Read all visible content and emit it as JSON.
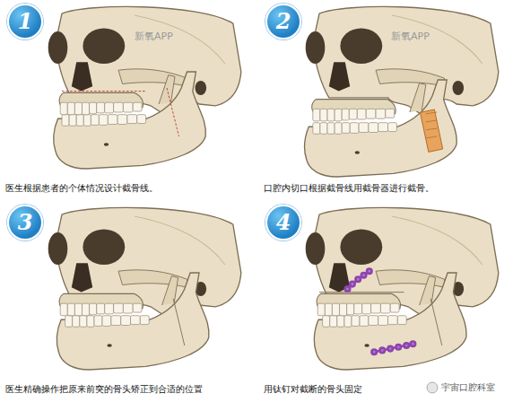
{
  "diagram": {
    "nodes": [
      {
        "text": [
          "1"
        ]
      },
      {
        "text": [
          "2"
        ]
      },
      {
        "text": [
          "3"
        ]
      },
      {
        "text": [
          "4"
        ]
      }
    ],
    "labels": [
      "新氧APP",
      "医生根据患者的个体情况设计截骨线。",
      "新氧APP",
      "口腔内切口根据截骨线用截骨器进行截骨。",
      "医生精确操作把原来前突的骨头矫正到合适的位置",
      "用钛钉对截断的骨头固定",
      "宇宙口腔科室"
    ]
  }
}
